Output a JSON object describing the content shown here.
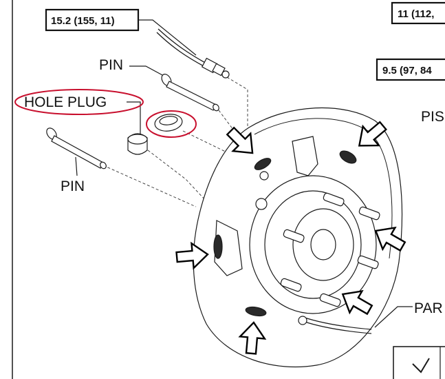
{
  "torque_labels": {
    "brake_line": "15.2 (155, 11)",
    "top_right": "11 (112,",
    "mid_right": "9.5 (97, 84"
  },
  "part_labels": {
    "pin_upper": "PIN",
    "hole_plug": "HOLE PLUG",
    "pin_lower": "PIN",
    "piston_partial": "PIS",
    "part_partial": "PAR"
  },
  "highlight_color": "#c8102e"
}
